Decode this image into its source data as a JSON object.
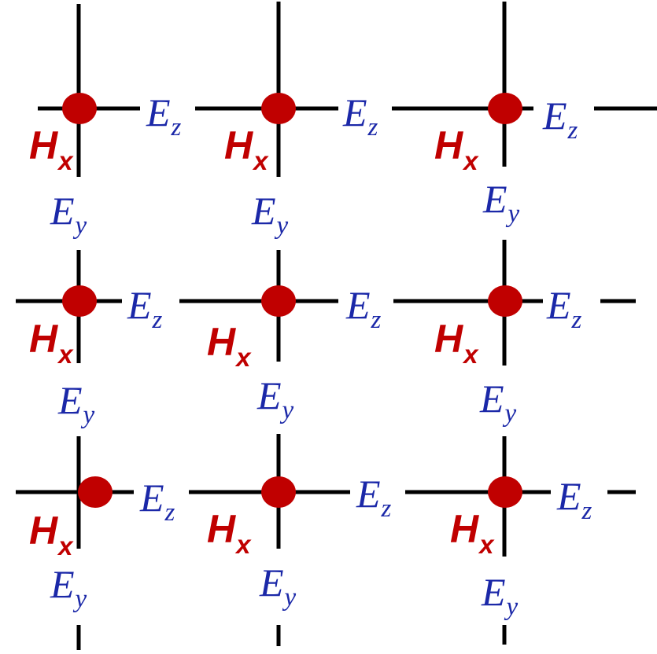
{
  "colors": {
    "grid_line": "#000000",
    "magnetic_node": "#c00000",
    "electric_label": "#1b28a8",
    "magnetic_label": "#c00000"
  },
  "labels": {
    "ez": {
      "symbol": "E",
      "subscript": "z"
    },
    "ey": {
      "symbol": "E",
      "subscript": "y"
    },
    "hx": {
      "symbol": "H",
      "subscript": "x"
    }
  },
  "grid": {
    "rows": 3,
    "columns": 3
  }
}
